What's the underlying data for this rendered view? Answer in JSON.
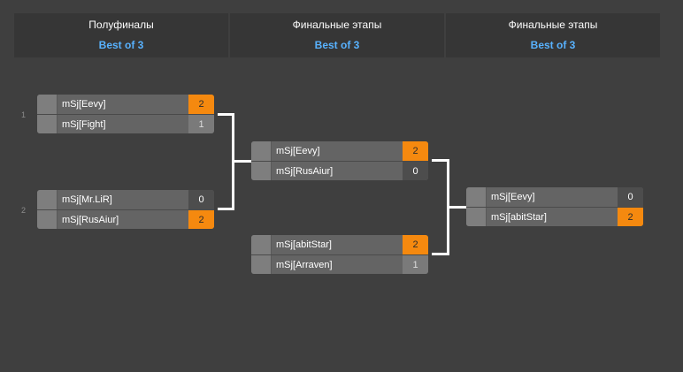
{
  "rounds": [
    {
      "name": "Полуфиналы",
      "best_of": "Best of 3"
    },
    {
      "name": "Финальные этапы",
      "best_of": "Best of 3"
    },
    {
      "name": "Финальные этапы",
      "best_of": "Best of 3"
    }
  ],
  "seeds": [
    "1",
    "2"
  ],
  "matches": [
    {
      "players": [
        {
          "name": "mSj[Eevy]",
          "score": "2"
        },
        {
          "name": "mSj[Fight]",
          "score": "1"
        }
      ]
    },
    {
      "players": [
        {
          "name": "mSj[Mr.LiR]",
          "score": "0"
        },
        {
          "name": "mSj[RusAiur]",
          "score": "2"
        }
      ]
    },
    {
      "players": [
        {
          "name": "mSj[Eevy]",
          "score": "2"
        },
        {
          "name": "mSj[RusAiur]",
          "score": "0"
        }
      ]
    },
    {
      "players": [
        {
          "name": "mSj[abitStar]",
          "score": "2"
        },
        {
          "name": "mSj[Arraven]",
          "score": "1"
        }
      ]
    },
    {
      "players": [
        {
          "name": "mSj[Eevy]",
          "score": "0"
        },
        {
          "name": "mSj[abitStar]",
          "score": "2"
        }
      ]
    }
  ],
  "colors": {
    "win": "#f5890f",
    "best_of": "#58b2ff",
    "background": "#3f3f3f"
  }
}
